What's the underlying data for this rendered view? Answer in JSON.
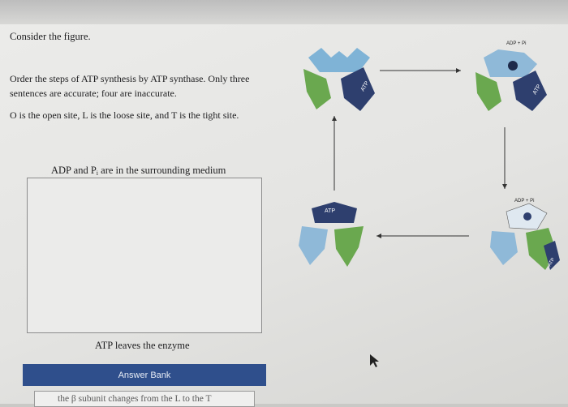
{
  "question": {
    "intro": "Consider the figure.",
    "line1": "Order the steps of ATP synthesis by ATP synthase. Only three",
    "line2": "sentences are accurate; four are inaccurate.",
    "sites": "O is the open site, L is the loose site, and T is the tight site."
  },
  "steps": {
    "top_pre": "ADP and P",
    "top_sub": "i",
    "top_post": " are in the surrounding medium",
    "bottom": "ATP leaves the enzyme"
  },
  "answer_bank": {
    "title": "Answer Bank",
    "items": [
      "the β subunit changes from the L to the T"
    ]
  },
  "figure": {
    "labels": {
      "atp": "ATP",
      "adp_pi": "ADP + Pi"
    },
    "colors": {
      "green": "#6aa84f",
      "blue_light": "#8fb9d8",
      "blue_dark": "#2e3f6e",
      "arrow": "#333333"
    }
  }
}
